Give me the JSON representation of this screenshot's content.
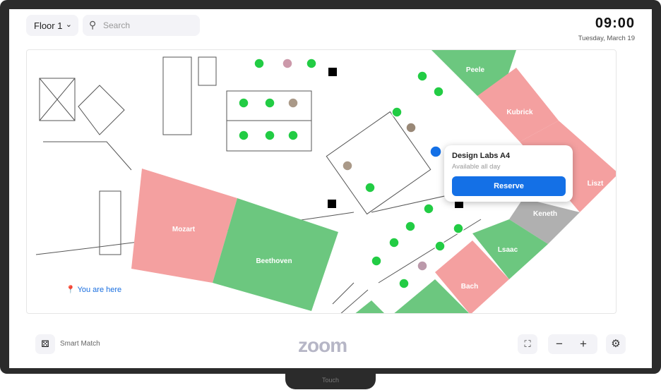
{
  "header": {
    "floor": "Floor 1",
    "search_placeholder": "Search",
    "time": "09:00",
    "date": "Tuesday, March 19"
  },
  "rooms": [
    {
      "name": "Mozart",
      "status": "booked"
    },
    {
      "name": "Beethoven",
      "status": "available"
    },
    {
      "name": "Peele",
      "status": "available"
    },
    {
      "name": "Kubrick",
      "status": "booked"
    },
    {
      "name": "Liszt",
      "status": "booked"
    },
    {
      "name": "Keneth",
      "status": "unavailable"
    },
    {
      "name": "Lsaac",
      "status": "available"
    },
    {
      "name": "Bach",
      "status": "booked"
    }
  ],
  "popup": {
    "title": "Design Labs A4",
    "subtitle": "Available all day",
    "button": "Reserve"
  },
  "location": {
    "label": "You are here"
  },
  "footer": {
    "smart_match": "Smart Match",
    "logo": "zoom",
    "device": "Touch"
  },
  "colors": {
    "available": "#5cc274",
    "booked": "#f08a8a",
    "unavailable": "#a9a9a9",
    "accent": "#1470e6",
    "desk": "#22cc44"
  }
}
